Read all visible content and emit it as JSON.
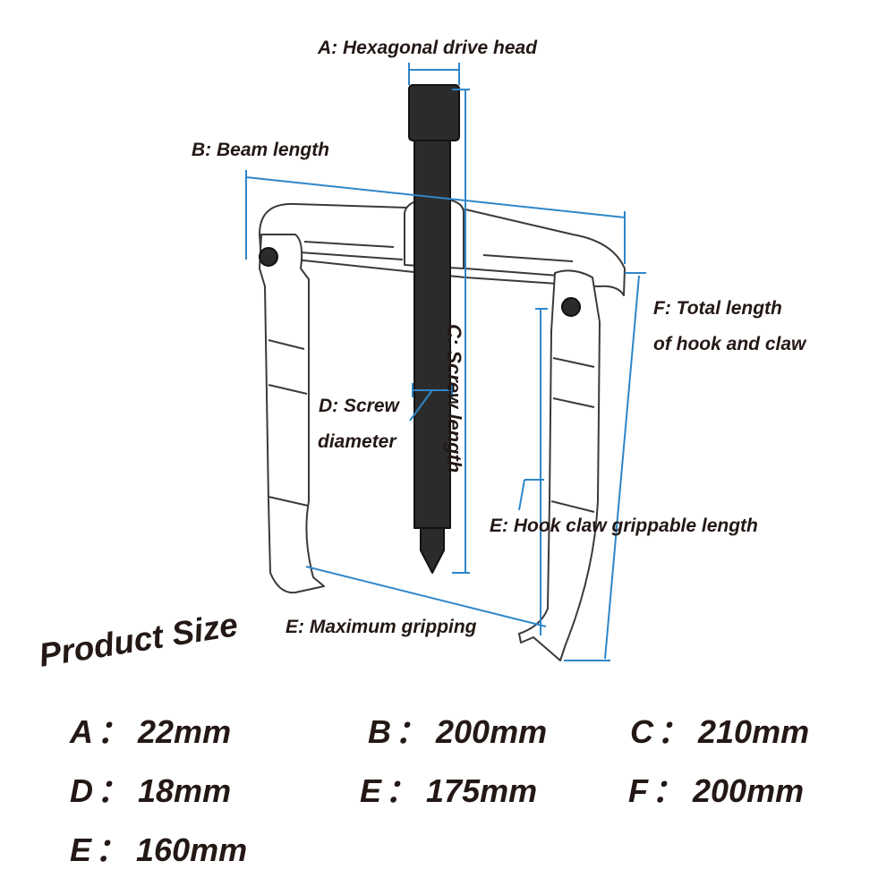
{
  "labels": {
    "a": "A: Hexagonal drive head",
    "b": "B: Beam length",
    "c": "C: Screw length",
    "d_line1": "D: Screw",
    "d_line2": "diameter",
    "e_hook": "E: Hook claw grippable length",
    "e_max": "E: Maximum gripping",
    "f_line1": "F: Total length",
    "f_line2": "of hook and claw"
  },
  "heading": "Product Size",
  "specs": [
    {
      "key": "A",
      "sep": "：",
      "value": "22mm"
    },
    {
      "key": "B",
      "sep": "：",
      "value": "200mm"
    },
    {
      "key": "C",
      "sep": "：",
      "value": "210mm"
    },
    {
      "key": "D",
      "sep": "：",
      "value": "18mm"
    },
    {
      "key": "E",
      "sep": "：",
      "value": "175mm"
    },
    {
      "key": "F",
      "sep": "：",
      "value": "200mm"
    },
    {
      "key": "E",
      "sep": "：",
      "value": "160mm"
    }
  ],
  "colors": {
    "dimension_line": "#2e86c8",
    "text": "#231815",
    "tool_outline": "#3a3a3a",
    "screw": "#2b2b2b"
  }
}
